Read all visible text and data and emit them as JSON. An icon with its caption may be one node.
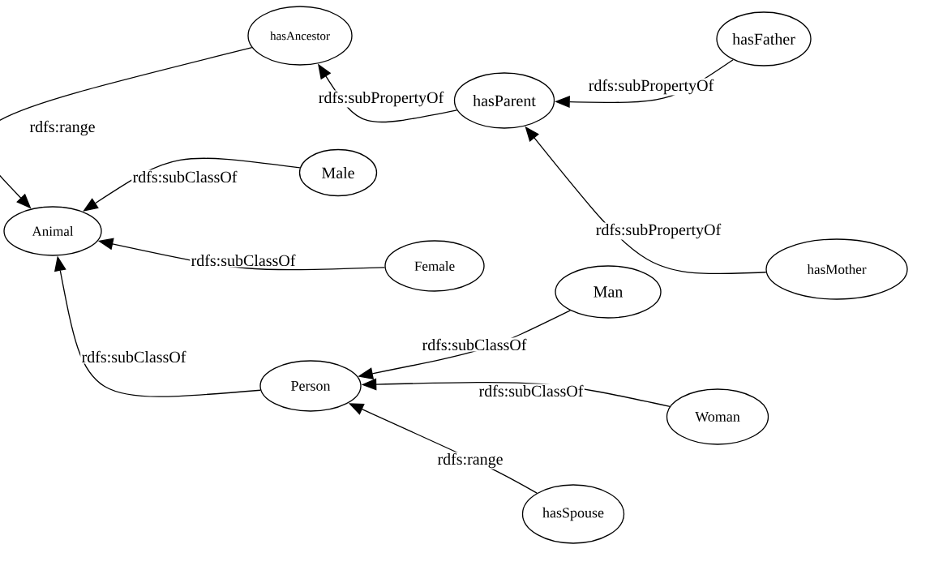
{
  "diagram": {
    "nodes": [
      {
        "text": [
          "hasAncestor"
        ]
      },
      {
        "text": [
          "hasFather"
        ]
      },
      {
        "text": [
          "hasParent"
        ]
      },
      {
        "text": [
          "Male"
        ]
      },
      {
        "text": [
          "Animal"
        ]
      },
      {
        "text": [
          "Female"
        ]
      },
      {
        "text": [
          "hasMother"
        ]
      },
      {
        "text": [
          "Man"
        ]
      },
      {
        "text": [
          "Person"
        ]
      },
      {
        "text": [
          "Woman"
        ]
      },
      {
        "text": [
          "hasSpouse"
        ]
      }
    ],
    "edges": [
      {
        "from": 2,
        "to": 0,
        "arrow": "to",
        "label": "rdfs:subPropertyOf"
      },
      {
        "from": 1,
        "to": 2,
        "arrow": "to",
        "label": "rdfs:subPropertyOf"
      },
      {
        "from": 6,
        "to": 2,
        "arrow": "to",
        "label": "rdfs:subPropertyOf"
      },
      {
        "from": 0,
        "to": 4,
        "arrow": "to",
        "label": "rdfs:range"
      },
      {
        "from": 3,
        "to": 4,
        "arrow": "to",
        "label": "rdfs:subClassOf"
      },
      {
        "from": 5,
        "to": 4,
        "arrow": "to",
        "label": "rdfs:subClassOf"
      },
      {
        "from": 8,
        "to": 4,
        "arrow": "to",
        "label": "rdfs:subClassOf"
      },
      {
        "from": 7,
        "to": 8,
        "arrow": "to",
        "label": "rdfs:subClassOf"
      },
      {
        "from": 9,
        "to": 8,
        "arrow": "to",
        "label": "rdfs:subClassOf"
      },
      {
        "from": 10,
        "to": 8,
        "arrow": "to",
        "label": "rdfs:range"
      }
    ]
  }
}
